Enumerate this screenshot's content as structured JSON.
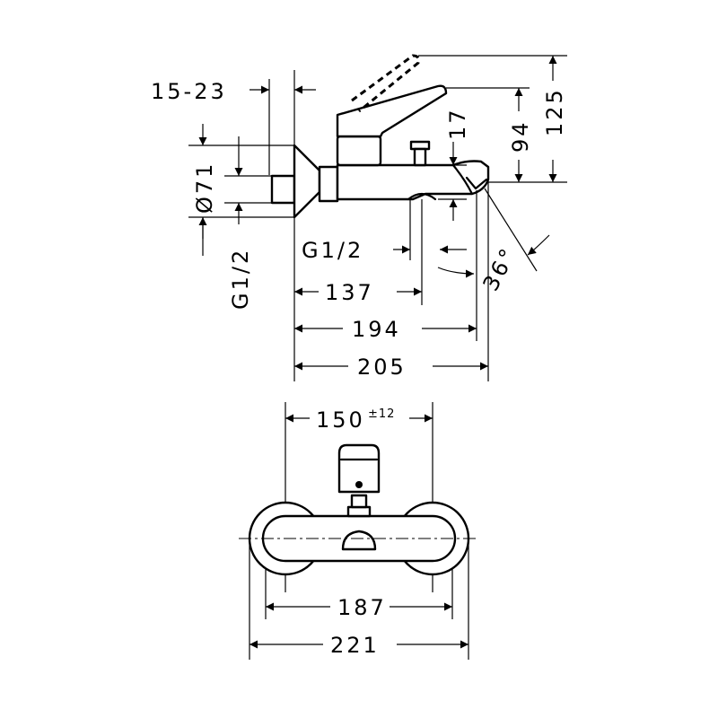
{
  "side_view": {
    "dims": {
      "wall_range": "15-23",
      "diameter": "Ø71",
      "thread_left": "G1/2",
      "thread_spout": "G1/2",
      "spout_drop": "17",
      "height_mid": "94",
      "height_total": "125",
      "angle": "36°",
      "depth_inlet": "137",
      "depth_spout": "194",
      "depth_total": "205"
    }
  },
  "front_view": {
    "dims": {
      "centers": "150",
      "centers_tolerance": "±12",
      "width_inner": "187",
      "width_total": "221"
    }
  }
}
